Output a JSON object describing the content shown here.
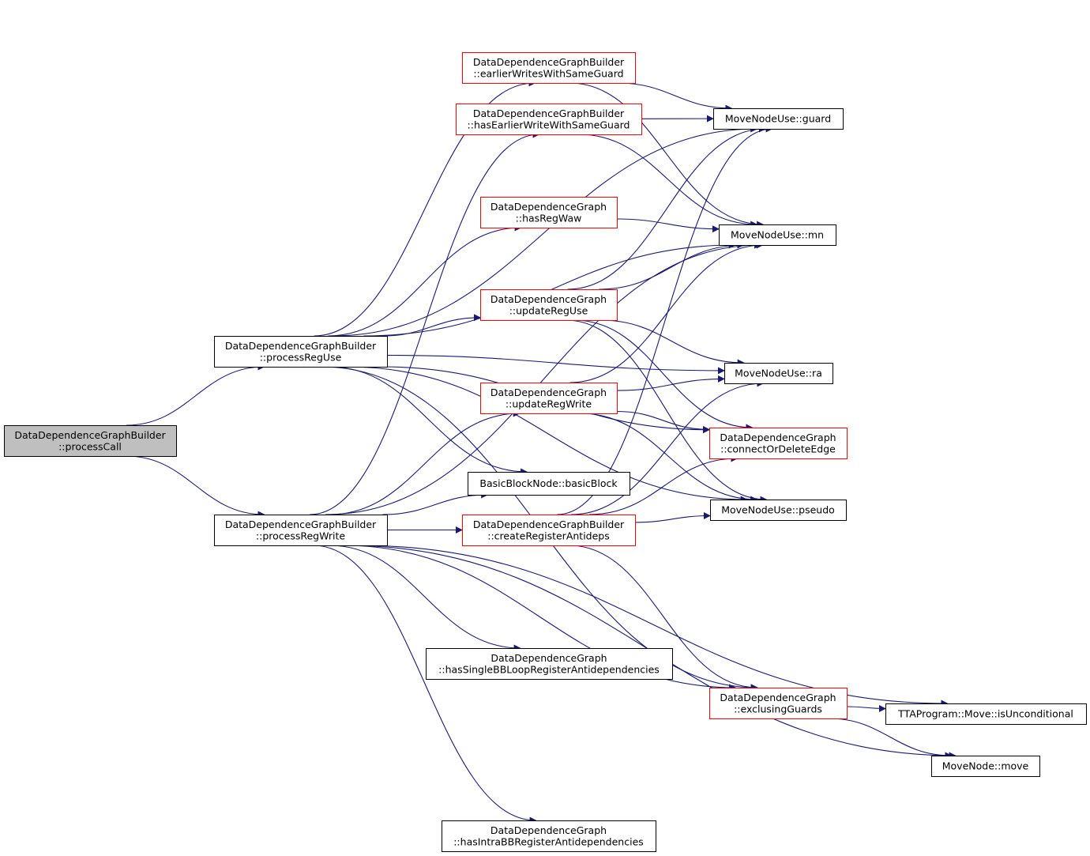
{
  "colors": {
    "edge": "#191970",
    "black_border": "#000000",
    "red_border": "#ff0000",
    "focus_fill": "#bfbfbf",
    "node_fill": "#ffffff"
  },
  "nodes": {
    "processCall": {
      "lines": [
        "DataDependenceGraphBuilder",
        "::processCall"
      ],
      "style": "focus"
    },
    "processRegUse": {
      "lines": [
        "DataDependenceGraphBuilder",
        "::processRegUse"
      ],
      "style": "black"
    },
    "processRegWrite": {
      "lines": [
        "DataDependenceGraphBuilder",
        "::processRegWrite"
      ],
      "style": "black"
    },
    "earlierWrites": {
      "lines": [
        "DataDependenceGraphBuilder",
        "::earlierWritesWithSameGuard"
      ],
      "style": "red"
    },
    "hasEarlierWrite": {
      "lines": [
        "DataDependenceGraphBuilder",
        "::hasEarlierWriteWithSameGuard"
      ],
      "style": "red"
    },
    "hasRegWaw": {
      "lines": [
        "DataDependenceGraph",
        "::hasRegWaw"
      ],
      "style": "red"
    },
    "updateRegUse": {
      "lines": [
        "DataDependenceGraph",
        "::updateRegUse"
      ],
      "style": "red"
    },
    "updateRegWrite": {
      "lines": [
        "DataDependenceGraph",
        "::updateRegWrite"
      ],
      "style": "red"
    },
    "basicBlock": {
      "lines": [
        "BasicBlockNode::basicBlock"
      ],
      "style": "black"
    },
    "createRegisterAntideps": {
      "lines": [
        "DataDependenceGraphBuilder",
        "::createRegisterAntideps"
      ],
      "style": "red"
    },
    "hasSingleBB": {
      "lines": [
        "DataDependenceGraph",
        "::hasSingleBBLoopRegisterAntidependencies"
      ],
      "style": "black"
    },
    "hasIntraBB": {
      "lines": [
        "DataDependenceGraph",
        "::hasIntraBBRegisterAntidependencies"
      ],
      "style": "black"
    },
    "guard": {
      "lines": [
        "MoveNodeUse::guard"
      ],
      "style": "black"
    },
    "mn": {
      "lines": [
        "MoveNodeUse::mn"
      ],
      "style": "black"
    },
    "ra": {
      "lines": [
        "MoveNodeUse::ra"
      ],
      "style": "black"
    },
    "connectOrDeleteEdge": {
      "lines": [
        "DataDependenceGraph",
        "::connectOrDeleteEdge"
      ],
      "style": "red"
    },
    "pseudo": {
      "lines": [
        "MoveNodeUse::pseudo"
      ],
      "style": "black"
    },
    "exclusingGuards": {
      "lines": [
        "DataDependenceGraph",
        "::exclusingGuards"
      ],
      "style": "red"
    },
    "isUnconditional": {
      "lines": [
        "TTAProgram::Move::isUnconditional"
      ],
      "style": "black"
    },
    "move": {
      "lines": [
        "MoveNode::move"
      ],
      "style": "black"
    }
  },
  "edges": [
    [
      "processCall",
      "processRegUse"
    ],
    [
      "processCall",
      "processRegWrite"
    ],
    [
      "processRegUse",
      "earlierWrites"
    ],
    [
      "processRegUse",
      "guard"
    ],
    [
      "processRegUse",
      "mn"
    ],
    [
      "processRegUse",
      "hasRegWaw"
    ],
    [
      "processRegUse",
      "updateRegUse"
    ],
    [
      "processRegUse",
      "ra"
    ],
    [
      "processRegUse",
      "connectOrDeleteEdge"
    ],
    [
      "processRegUse",
      "basicBlock"
    ],
    [
      "processRegUse",
      "pseudo"
    ],
    [
      "processRegUse",
      "exclusingGuards"
    ],
    [
      "processRegWrite",
      "hasEarlierWrite"
    ],
    [
      "processRegWrite",
      "mn"
    ],
    [
      "processRegWrite",
      "updateRegWrite"
    ],
    [
      "processRegWrite",
      "basicBlock"
    ],
    [
      "processRegWrite",
      "createRegisterAntideps"
    ],
    [
      "processRegWrite",
      "hasSingleBB"
    ],
    [
      "processRegWrite",
      "exclusingGuards"
    ],
    [
      "processRegWrite",
      "isUnconditional"
    ],
    [
      "processRegWrite",
      "move"
    ],
    [
      "processRegWrite",
      "hasIntraBB"
    ],
    [
      "earlierWrites",
      "guard"
    ],
    [
      "earlierWrites",
      "mn"
    ],
    [
      "hasEarlierWrite",
      "guard"
    ],
    [
      "hasEarlierWrite",
      "mn"
    ],
    [
      "hasRegWaw",
      "mn"
    ],
    [
      "updateRegUse",
      "guard"
    ],
    [
      "updateRegUse",
      "mn"
    ],
    [
      "updateRegUse",
      "ra"
    ],
    [
      "updateRegUse",
      "connectOrDeleteEdge"
    ],
    [
      "updateRegUse",
      "pseudo"
    ],
    [
      "updateRegWrite",
      "mn"
    ],
    [
      "updateRegWrite",
      "ra"
    ],
    [
      "updateRegWrite",
      "connectOrDeleteEdge"
    ],
    [
      "updateRegWrite",
      "pseudo"
    ],
    [
      "createRegisterAntideps",
      "guard"
    ],
    [
      "createRegisterAntideps",
      "ra"
    ],
    [
      "createRegisterAntideps",
      "connectOrDeleteEdge"
    ],
    [
      "createRegisterAntideps",
      "pseudo"
    ],
    [
      "createRegisterAntideps",
      "exclusingGuards"
    ],
    [
      "exclusingGuards",
      "isUnconditional"
    ],
    [
      "exclusingGuards",
      "move"
    ]
  ]
}
